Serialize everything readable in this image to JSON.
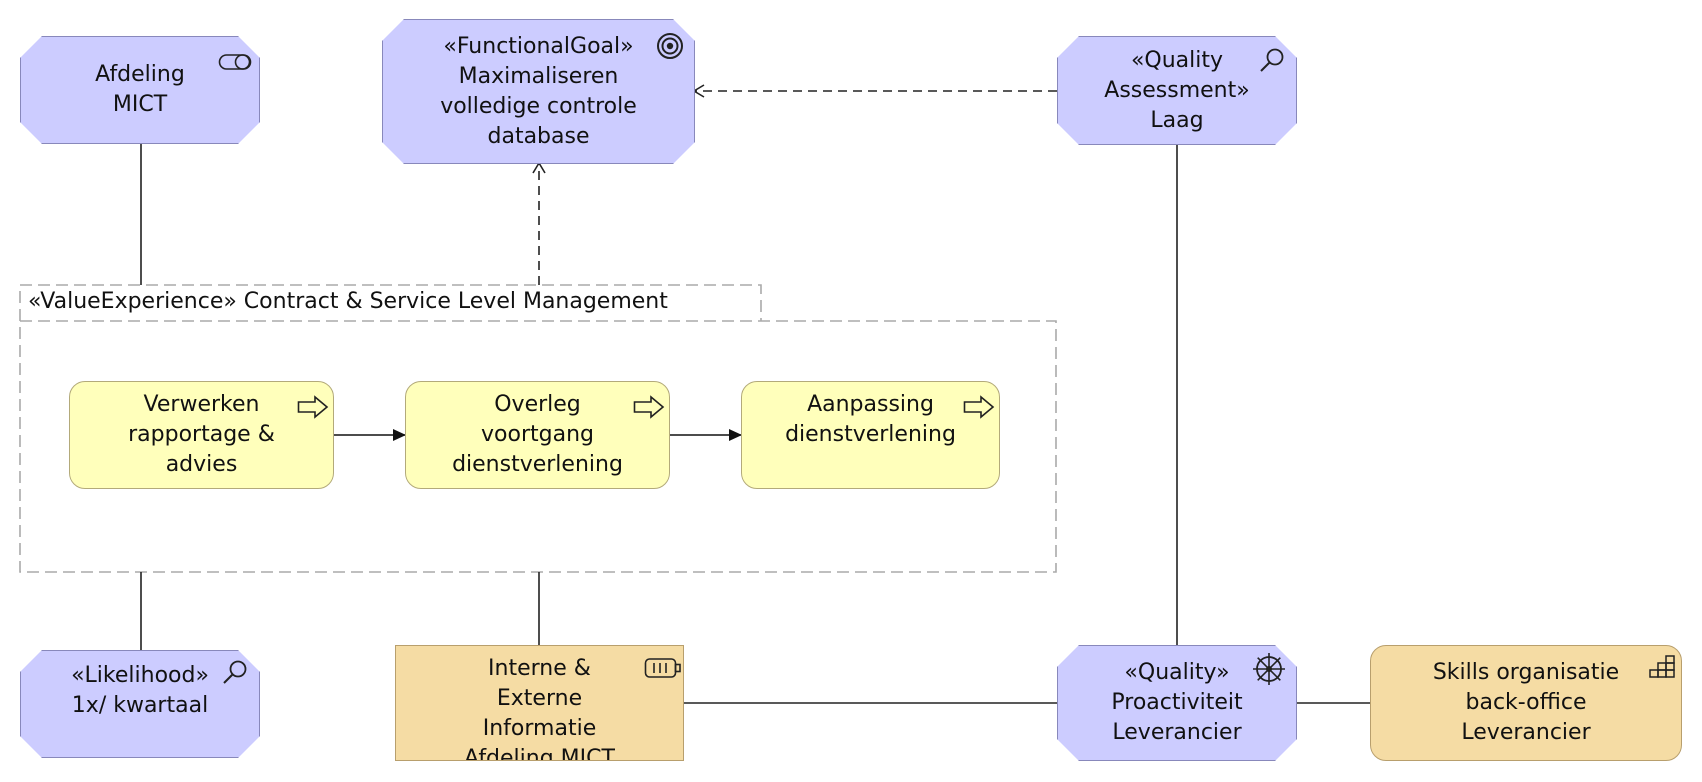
{
  "group": {
    "label": "«ValueExperience» Contract & Service Level Management"
  },
  "nodes": {
    "afdeling": {
      "lines": [
        "Afdeling",
        "MICT"
      ],
      "icon": "toggle-icon"
    },
    "goal": {
      "lines": [
        "«FunctionalGoal»",
        "Maximaliseren",
        "volledige controle",
        "database"
      ],
      "icon": "target-icon"
    },
    "assessment": {
      "lines": [
        "«Quality",
        "Assessment»",
        "Laag"
      ],
      "icon": "magnifier-icon"
    },
    "verwerken": {
      "lines": [
        "Verwerken",
        "rapportage &",
        "advies"
      ],
      "icon": "process-arrow-icon"
    },
    "overleg": {
      "lines": [
        "Overleg",
        "voortgang",
        "dienstverlening"
      ],
      "icon": "process-arrow-icon"
    },
    "aanpassing": {
      "lines": [
        "Aanpassing",
        "dienstverlening"
      ],
      "icon": "process-arrow-icon"
    },
    "likelihood": {
      "lines": [
        "«Likelihood»",
        "1x/ kwartaal"
      ],
      "icon": "magnifier-icon"
    },
    "informatie": {
      "lines": [
        "Interne &",
        "Externe",
        "Informatie",
        "Afdeling MICT"
      ],
      "icon": "resource-icon"
    },
    "quality": {
      "lines": [
        "«Quality»",
        "Proactiviteit",
        "Leverancier"
      ],
      "icon": "driver-icon"
    },
    "skills": {
      "lines": [
        "Skills organisatie",
        "back-office",
        "Leverancier"
      ],
      "icon": "capability-icon"
    }
  },
  "colors": {
    "motivation": "#ccccff",
    "business_process": "#ffffbb",
    "resource": "#f5dca4",
    "lines": "#222222",
    "group_border": "#aaaaaa"
  }
}
